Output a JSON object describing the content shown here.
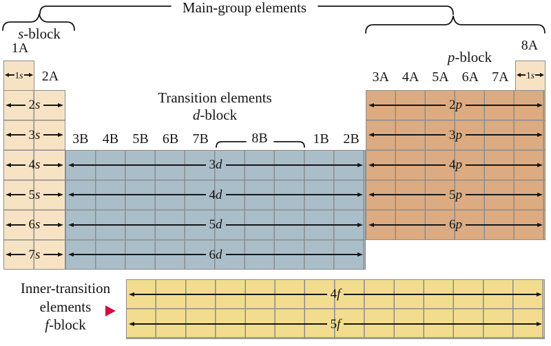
{
  "colors": {
    "bg": "#ffffff",
    "s_block": "#f7e3c4",
    "d_block": "#aabec9",
    "p_block": "#dcab81",
    "f_block": "#f2dc8e",
    "grid_line": "#8c8c8c",
    "ink": "#151515",
    "accent_triangle": "#d0103a"
  },
  "annotations": {
    "main_group": "Main-group elements",
    "transition_line1": "Transition elements",
    "inner_line1": "Inner-transition",
    "inner_line2": "elements"
  },
  "block_labels": {
    "s": {
      "letter": "s",
      "suffix": "-block"
    },
    "p": {
      "letter": "p",
      "suffix": "-block"
    },
    "d": {
      "letter": "d",
      "suffix": "-block"
    },
    "f": {
      "letter": "f",
      "suffix": "-block"
    }
  },
  "group_headers": {
    "h1a": "1A",
    "h2a": "2A",
    "h8a": "8A",
    "h8b": "8B",
    "p_groups": [
      "3A",
      "4A",
      "5A",
      "6A",
      "7A"
    ],
    "d_groups_left": [
      "3B",
      "4B",
      "5B",
      "6B",
      "7B"
    ],
    "d_groups_right": [
      "1B",
      "2B"
    ]
  },
  "orbitals": {
    "s_row1": {
      "num": "1",
      "letter": "s"
    },
    "he_row1": {
      "num": "1",
      "letter": "s"
    },
    "s_rows": [
      {
        "num": "2",
        "letter": "s"
      },
      {
        "num": "3",
        "letter": "s"
      },
      {
        "num": "4",
        "letter": "s"
      },
      {
        "num": "5",
        "letter": "s"
      },
      {
        "num": "6",
        "letter": "s"
      },
      {
        "num": "7",
        "letter": "s"
      }
    ],
    "d_rows": [
      {
        "num": "3",
        "letter": "d"
      },
      {
        "num": "4",
        "letter": "d"
      },
      {
        "num": "5",
        "letter": "d"
      },
      {
        "num": "6",
        "letter": "d"
      }
    ],
    "p_rows": [
      {
        "num": "2",
        "letter": "p"
      },
      {
        "num": "3",
        "letter": "p"
      },
      {
        "num": "4",
        "letter": "p"
      },
      {
        "num": "5",
        "letter": "p"
      },
      {
        "num": "6",
        "letter": "p"
      }
    ],
    "f_rows": [
      {
        "num": "4",
        "letter": "f"
      },
      {
        "num": "5",
        "letter": "f"
      }
    ]
  }
}
